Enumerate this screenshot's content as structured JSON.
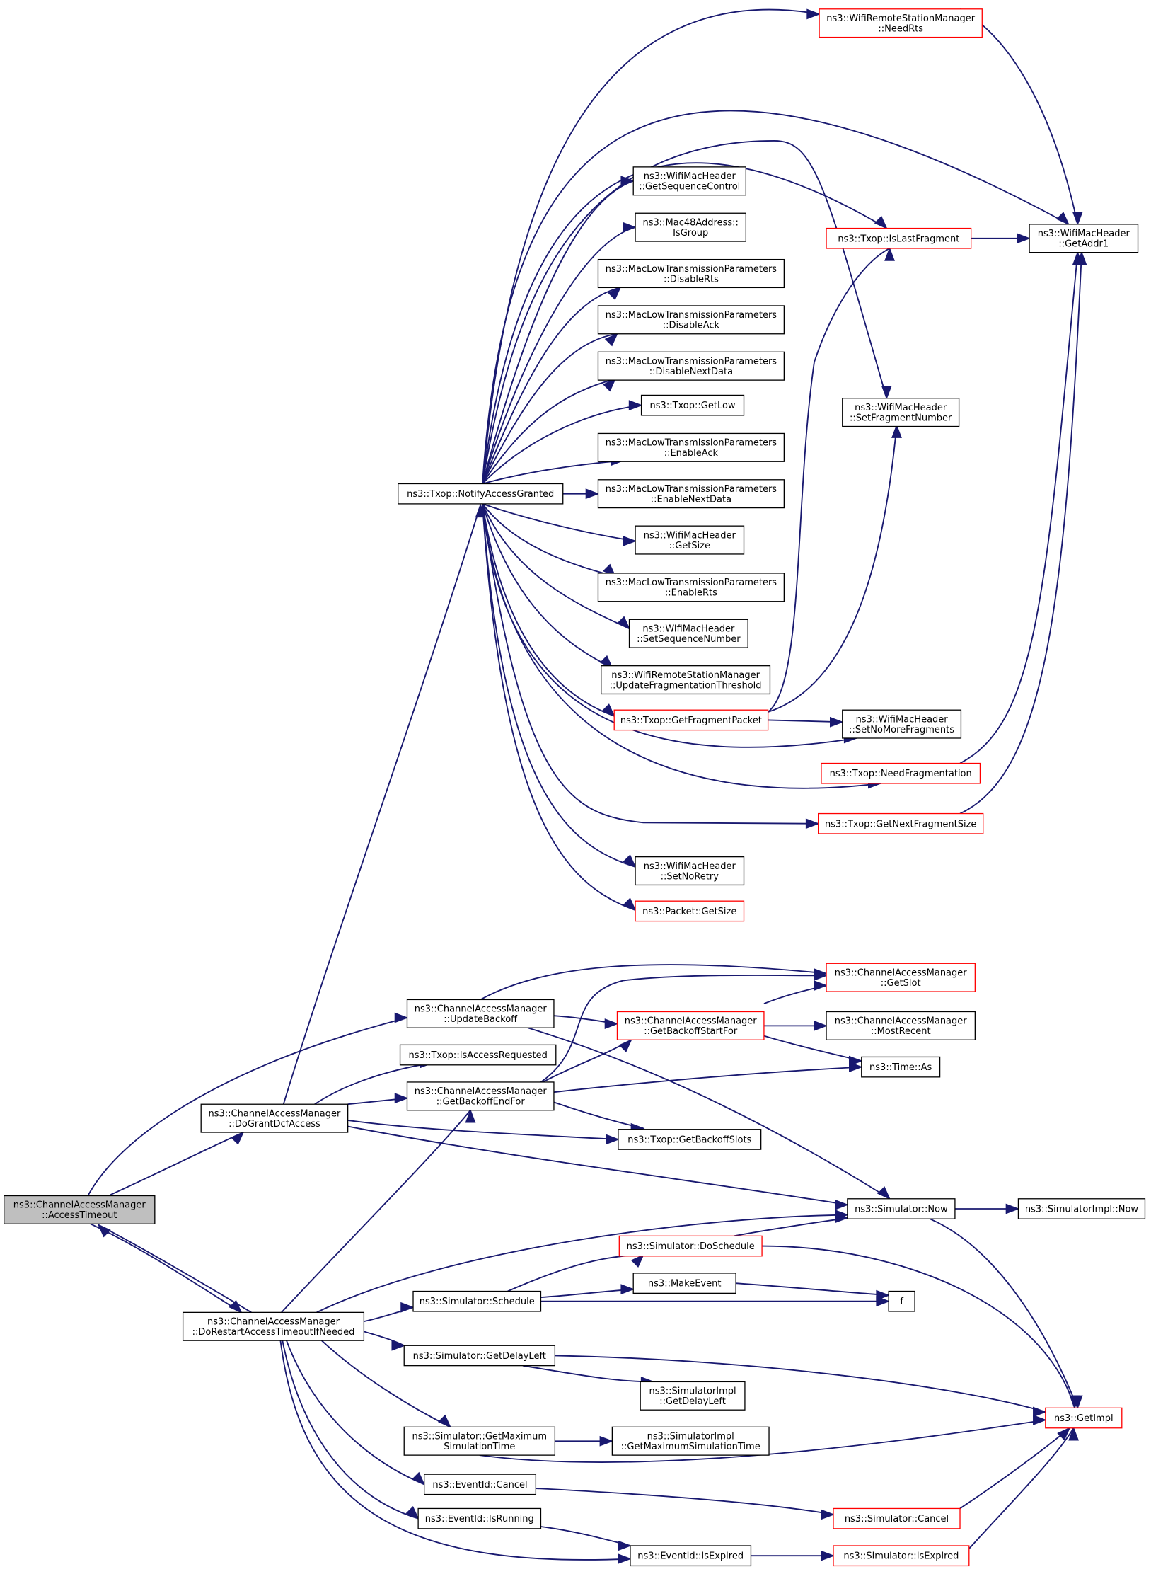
{
  "colors": {
    "edge": "#191970",
    "node_fill": "#ffffff",
    "node_border_documented": "#000000",
    "node_border_undocumented": "#ff0000",
    "root_fill": "#bfbfbf"
  },
  "nodes": {
    "access_timeout": {
      "lines": [
        "ns3::ChannelAccessManager",
        "::AccessTimeout"
      ],
      "style": "root"
    },
    "do_grant_dcf_access": {
      "lines": [
        "ns3::ChannelAccessManager",
        "::DoGrantDcfAccess"
      ],
      "style": "black"
    },
    "do_restart_access_timeout": {
      "lines": [
        "ns3::ChannelAccessManager",
        "::DoRestartAccessTimeoutIfNeeded"
      ],
      "style": "black"
    },
    "notify_access_granted": {
      "lines": [
        "ns3::Txop::NotifyAccessGranted"
      ],
      "style": "black"
    },
    "update_backoff": {
      "lines": [
        "ns3::ChannelAccessManager",
        "::UpdateBackoff"
      ],
      "style": "black"
    },
    "is_access_requested": {
      "lines": [
        "ns3::Txop::IsAccessRequested"
      ],
      "style": "black"
    },
    "get_backoff_end_for": {
      "lines": [
        "ns3::ChannelAccessManager",
        "::GetBackoffEndFor"
      ],
      "style": "black"
    },
    "need_rts": {
      "lines": [
        "ns3::WifiRemoteStationManager",
        "::NeedRts"
      ],
      "style": "red"
    },
    "get_addr1": {
      "lines": [
        "ns3::WifiMacHeader",
        "::GetAddr1"
      ],
      "style": "black"
    },
    "get_sequence_control": {
      "lines": [
        "ns3::WifiMacHeader",
        "::GetSequenceControl"
      ],
      "style": "black"
    },
    "is_group": {
      "lines": [
        "ns3::Mac48Address::",
        "IsGroup"
      ],
      "style": "black"
    },
    "disable_rts": {
      "lines": [
        "ns3::MacLowTransmissionParameters",
        "::DisableRts"
      ],
      "style": "black"
    },
    "disable_ack": {
      "lines": [
        "ns3::MacLowTransmissionParameters",
        "::DisableAck"
      ],
      "style": "black"
    },
    "disable_next_data": {
      "lines": [
        "ns3::MacLowTransmissionParameters",
        "::DisableNextData"
      ],
      "style": "black"
    },
    "get_low": {
      "lines": [
        "ns3::Txop::GetLow"
      ],
      "style": "black"
    },
    "enable_ack": {
      "lines": [
        "ns3::MacLowTransmissionParameters",
        "::EnableAck"
      ],
      "style": "black"
    },
    "enable_next_data": {
      "lines": [
        "ns3::MacLowTransmissionParameters",
        "::EnableNextData"
      ],
      "style": "black"
    },
    "get_size_hdr": {
      "lines": [
        "ns3::WifiMacHeader",
        "::GetSize"
      ],
      "style": "black"
    },
    "enable_rts": {
      "lines": [
        "ns3::MacLowTransmissionParameters",
        "::EnableRts"
      ],
      "style": "black"
    },
    "set_sequence_number": {
      "lines": [
        "ns3::WifiMacHeader",
        "::SetSequenceNumber"
      ],
      "style": "black"
    },
    "update_frag_threshold": {
      "lines": [
        "ns3::WifiRemoteStationManager",
        "::UpdateFragmentationThreshold"
      ],
      "style": "black"
    },
    "get_fragment_packet": {
      "lines": [
        "ns3::Txop::GetFragmentPacket"
      ],
      "style": "red"
    },
    "is_last_fragment": {
      "lines": [
        "ns3::Txop::IsLastFragment"
      ],
      "style": "red"
    },
    "set_fragment_number": {
      "lines": [
        "ns3::WifiMacHeader",
        "::SetFragmentNumber"
      ],
      "style": "black"
    },
    "set_no_more_fragments": {
      "lines": [
        "ns3::WifiMacHeader",
        "::SetNoMoreFragments"
      ],
      "style": "black"
    },
    "need_fragmentation": {
      "lines": [
        "ns3::Txop::NeedFragmentation"
      ],
      "style": "red"
    },
    "get_next_fragment_size": {
      "lines": [
        "ns3::Txop::GetNextFragmentSize"
      ],
      "style": "red"
    },
    "set_no_retry": {
      "lines": [
        "ns3::WifiMacHeader",
        "::SetNoRetry"
      ],
      "style": "black"
    },
    "packet_get_size": {
      "lines": [
        "ns3::Packet::GetSize"
      ],
      "style": "red"
    },
    "get_slot": {
      "lines": [
        "ns3::ChannelAccessManager",
        "::GetSlot"
      ],
      "style": "red"
    },
    "get_backoff_start_for": {
      "lines": [
        "ns3::ChannelAccessManager",
        "::GetBackoffStartFor"
      ],
      "style": "red"
    },
    "most_recent": {
      "lines": [
        "ns3::ChannelAccessManager",
        "::MostRecent"
      ],
      "style": "black"
    },
    "time_as": {
      "lines": [
        "ns3::Time::As"
      ],
      "style": "black"
    },
    "get_backoff_slots": {
      "lines": [
        "ns3::Txop::GetBackoffSlots"
      ],
      "style": "black"
    },
    "simulator_now": {
      "lines": [
        "ns3::Simulator::Now"
      ],
      "style": "black"
    },
    "simulator_impl_now": {
      "lines": [
        "ns3::SimulatorImpl::Now"
      ],
      "style": "black"
    },
    "do_schedule": {
      "lines": [
        "ns3::Simulator::DoSchedule"
      ],
      "style": "red"
    },
    "schedule": {
      "lines": [
        "ns3::Simulator::Schedule"
      ],
      "style": "black"
    },
    "make_event": {
      "lines": [
        "ns3::MakeEvent"
      ],
      "style": "black"
    },
    "f": {
      "lines": [
        "f"
      ],
      "style": "black"
    },
    "get_delay_left": {
      "lines": [
        "ns3::Simulator::GetDelayLeft"
      ],
      "style": "black"
    },
    "impl_get_delay_left": {
      "lines": [
        "ns3::SimulatorImpl",
        "::GetDelayLeft"
      ],
      "style": "black"
    },
    "get_maximum_sim_time": {
      "lines": [
        "ns3::Simulator::GetMaximum",
        "SimulationTime"
      ],
      "style": "black"
    },
    "impl_get_max_sim_time": {
      "lines": [
        "ns3::SimulatorImpl",
        "::GetMaximumSimulationTime"
      ],
      "style": "black"
    },
    "get_impl": {
      "lines": [
        "ns3::GetImpl"
      ],
      "style": "red"
    },
    "event_cancel": {
      "lines": [
        "ns3::EventId::Cancel"
      ],
      "style": "black"
    },
    "simulator_cancel": {
      "lines": [
        "ns3::Simulator::Cancel"
      ],
      "style": "red"
    },
    "event_is_running": {
      "lines": [
        "ns3::EventId::IsRunning"
      ],
      "style": "black"
    },
    "event_is_expired": {
      "lines": [
        "ns3::EventId::IsExpired"
      ],
      "style": "black"
    },
    "simulator_is_expired": {
      "lines": [
        "ns3::Simulator::IsExpired"
      ],
      "style": "red"
    }
  }
}
